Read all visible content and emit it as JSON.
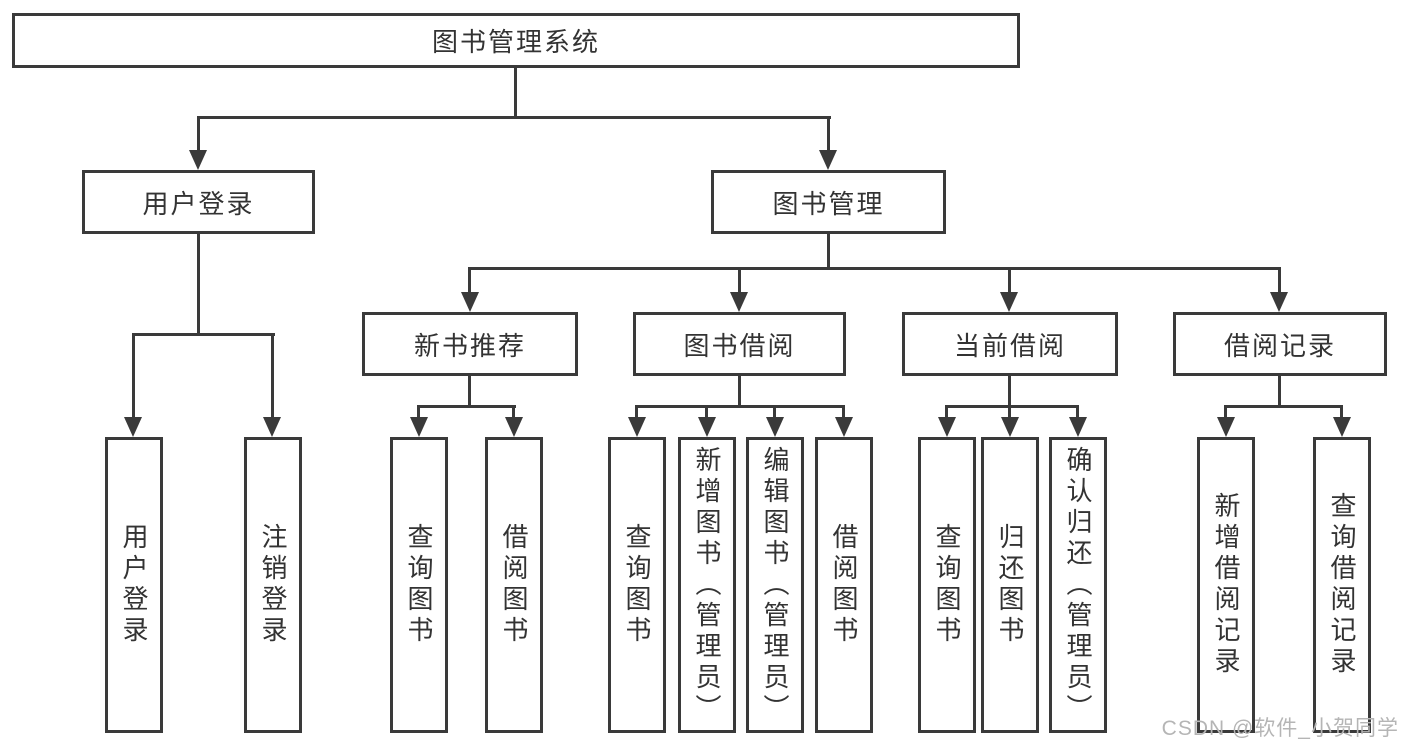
{
  "diagram": {
    "root": {
      "label": "图书管理系统"
    },
    "level1": [
      {
        "label": "用户登录"
      },
      {
        "label": "图书管理"
      }
    ],
    "level2": [
      {
        "label": "新书推荐"
      },
      {
        "label": "图书借阅"
      },
      {
        "label": "当前借阅"
      },
      {
        "label": "借阅记录"
      }
    ],
    "leaves": {
      "user_login": [
        "用户登录",
        "注销登录"
      ],
      "new_book_recommend": [
        "查询图书",
        "借阅图书"
      ],
      "book_borrow": [
        "查询图书",
        "新增图书（管理员）",
        "编辑图书（管理员）",
        "借阅图书"
      ],
      "current_borrow": [
        "查询图书",
        "归还图书",
        "确认归还（管理员）"
      ],
      "borrow_records": [
        "新增借阅记录",
        "查询借阅记录"
      ]
    },
    "colors": {
      "line": "#3a3a3a",
      "text": "#333333",
      "box_background": "#ffffff",
      "watermark_text": "#b5b5b5"
    }
  },
  "watermark": {
    "label": "CSDN @软件_小贺同学"
  }
}
